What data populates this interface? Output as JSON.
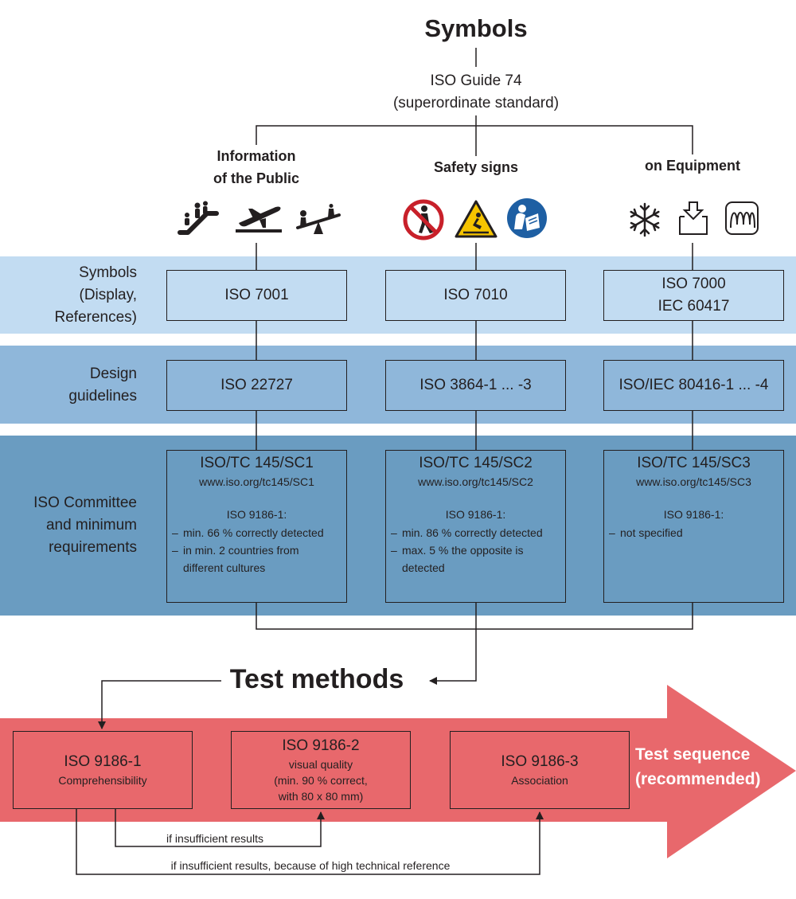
{
  "title": "Symbols",
  "guide": {
    "line1": "ISO Guide 74",
    "line2": "(superordinate standard)"
  },
  "categories": [
    {
      "line1": "Information",
      "line2": "of the Public"
    },
    {
      "line1": "Safety signs"
    },
    {
      "line1": "on Equipment"
    }
  ],
  "icons": {
    "public": [
      "escalator-icon",
      "airplane-departure-icon",
      "seesaw-playground-icon"
    ],
    "safety": [
      "no-pedestrian-prohibition-icon",
      "slippery-floor-warning-icon",
      "read-manual-mandatory-icon"
    ],
    "equipment": [
      "snowflake-icon",
      "press-down-arrow-icon",
      "heating-coil-icon"
    ]
  },
  "rows": {
    "symbols": {
      "label_lines": [
        "Symbols",
        "(Display,",
        "References)"
      ],
      "band_color": "#c2dcf2"
    },
    "design": {
      "label_lines": [
        "Design",
        "guidelines"
      ],
      "band_color": "#8fb7da"
    },
    "committee": {
      "label_lines": [
        "ISO Committee",
        "and minimum",
        "requirements"
      ],
      "band_color": "#6a9cc1"
    }
  },
  "symbol_boxes": [
    {
      "lines": [
        "ISO 7001"
      ]
    },
    {
      "lines": [
        "ISO 7010"
      ]
    },
    {
      "lines": [
        "ISO 7000",
        "IEC 60417"
      ]
    }
  ],
  "design_boxes": [
    "ISO 22727",
    "ISO 3864-1 ... -3",
    "ISO/IEC 80416-1 ... -4"
  ],
  "committees": [
    {
      "title": "ISO/TC 145/SC1",
      "url": "www.iso.org/tc145/SC1",
      "iso": "ISO 9186-1:",
      "items": [
        "min. 66 % correctly detected",
        "in min. 2 countries from different cultures"
      ]
    },
    {
      "title": "ISO/TC 145/SC2",
      "url": "www.iso.org/tc145/SC2",
      "iso": "ISO 9186-1:",
      "items": [
        "min. 86 % correctly detected",
        "max. 5 % the opposite is detected"
      ]
    },
    {
      "title": "ISO/TC 145/SC3",
      "url": "www.iso.org/tc145/SC3",
      "iso": "ISO 9186-1:",
      "items": [
        "not specified"
      ]
    }
  ],
  "test_methods": "Test methods",
  "tests": [
    {
      "title": "ISO 9186-1",
      "sub_lines": [
        "Comprehensibility"
      ]
    },
    {
      "title": "ISO 9186-2",
      "sub_lines": [
        "visual quality",
        "(min. 90 % correct,",
        "with 80 x 80 mm)"
      ]
    },
    {
      "title": "ISO 9186-3",
      "sub_lines": [
        "Association"
      ]
    }
  ],
  "sequence": {
    "line1": "Test sequence",
    "line2": "(recommended)"
  },
  "notes": {
    "insufficient": "if insufficient results",
    "insufficient_technical": "if insufficient results, because of high technical reference"
  },
  "colors": {
    "arrow_fill": "#e8686c",
    "line": "#231f20",
    "safety_blue": "#1e5fa3",
    "prohibition_red": "#c8202a",
    "warning_yellow": "#f6c400"
  }
}
